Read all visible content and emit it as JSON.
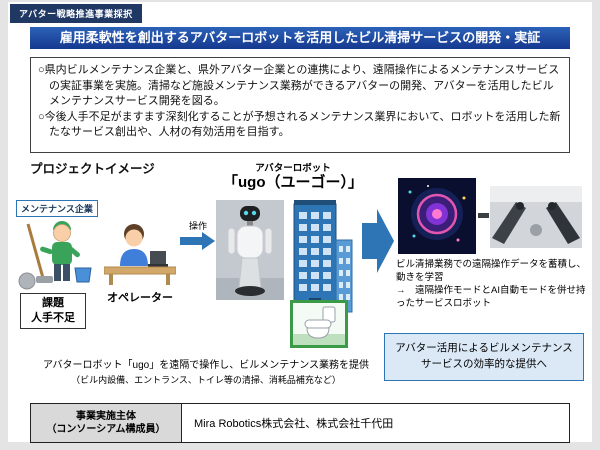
{
  "slide": {
    "badge": "アバター戦略推進事業採択",
    "title": "雇用柔軟性を創出するアバターロボットを活用したビル清掃サービスの開発・実証"
  },
  "overview": {
    "bullet1": "○県内ビルメンテナンス企業と、県外アバター企業との連携により、遠隔操作によるメンテナンスサービスの実証事業を実施。清掃など施設メンテナンス業務ができるアバターの開発、アバターを活用したビルメンテナンスサービス開発を図る。",
    "bullet2": "○今後人手不足がますます深刻化することが予想されるメンテナンス業界において、ロボットを活用した新たなサービス創出や、人材の有効活用を目指す。"
  },
  "project": {
    "heading": "プロジェクトイメージ",
    "maintenance_label": "メンテナンス企業",
    "issue_line1": "課題",
    "issue_line2": "人手不足",
    "operator_label": "オペレーター",
    "operate_label": "操作",
    "robot_title": "アバターロボット",
    "robot_name": "「ugo（ユーゴー）」",
    "learning_line1": "ビル清掃業務での遠隔操作データを蓄積し、動きを学習",
    "learning_line2": "→　遠隔操作モードとAI自動モードを併せ持ったサービスロボット",
    "outcome": "アバター活用によるビルメンテナンスサービスの効率的な提供へ",
    "note_line1": "アバターロボット「ugo」を遠隔で操作し、ビルメンテナンス業務を提供",
    "note_line2": "（ビル内設備、エントランス、トイレ等の清掃、消耗品補充など）"
  },
  "table": {
    "header_line1": "事業実施主体",
    "header_line2": "（コンソーシアム構成員）",
    "value": "Mira Robotics株式会社、株式会社千代田"
  },
  "colors": {
    "title_bar": "#16388f",
    "badge_bg": "#1f3864",
    "outcome_bg": "#dbe8f6",
    "outcome_border": "#2e75b6",
    "arrow_blue": "#2e75b6",
    "table_header_bg": "#d9d9d9"
  }
}
